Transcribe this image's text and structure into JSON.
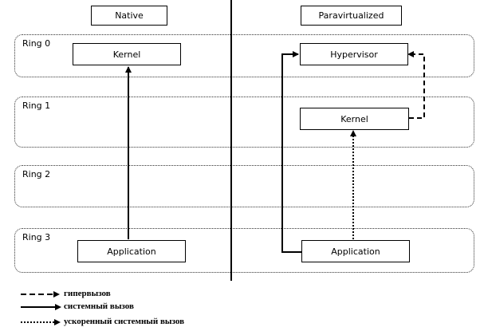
{
  "columns": {
    "native": "Native",
    "paravirtualized": "Paravirtualized"
  },
  "rings": [
    {
      "label": "Ring 0"
    },
    {
      "label": "Ring 1"
    },
    {
      "label": "Ring 2"
    },
    {
      "label": "Ring 3"
    }
  ],
  "native": {
    "kernel": "Kernel",
    "application": "Application"
  },
  "paravirtualized": {
    "hypervisor": "Hypervisor",
    "kernel": "Kernel",
    "application": "Application"
  },
  "legend": [
    {
      "style": "dashed",
      "label": "гипервызов"
    },
    {
      "style": "solid",
      "label": "системный вызов"
    },
    {
      "style": "dotted",
      "label": "ускоренный системный вызов"
    }
  ]
}
